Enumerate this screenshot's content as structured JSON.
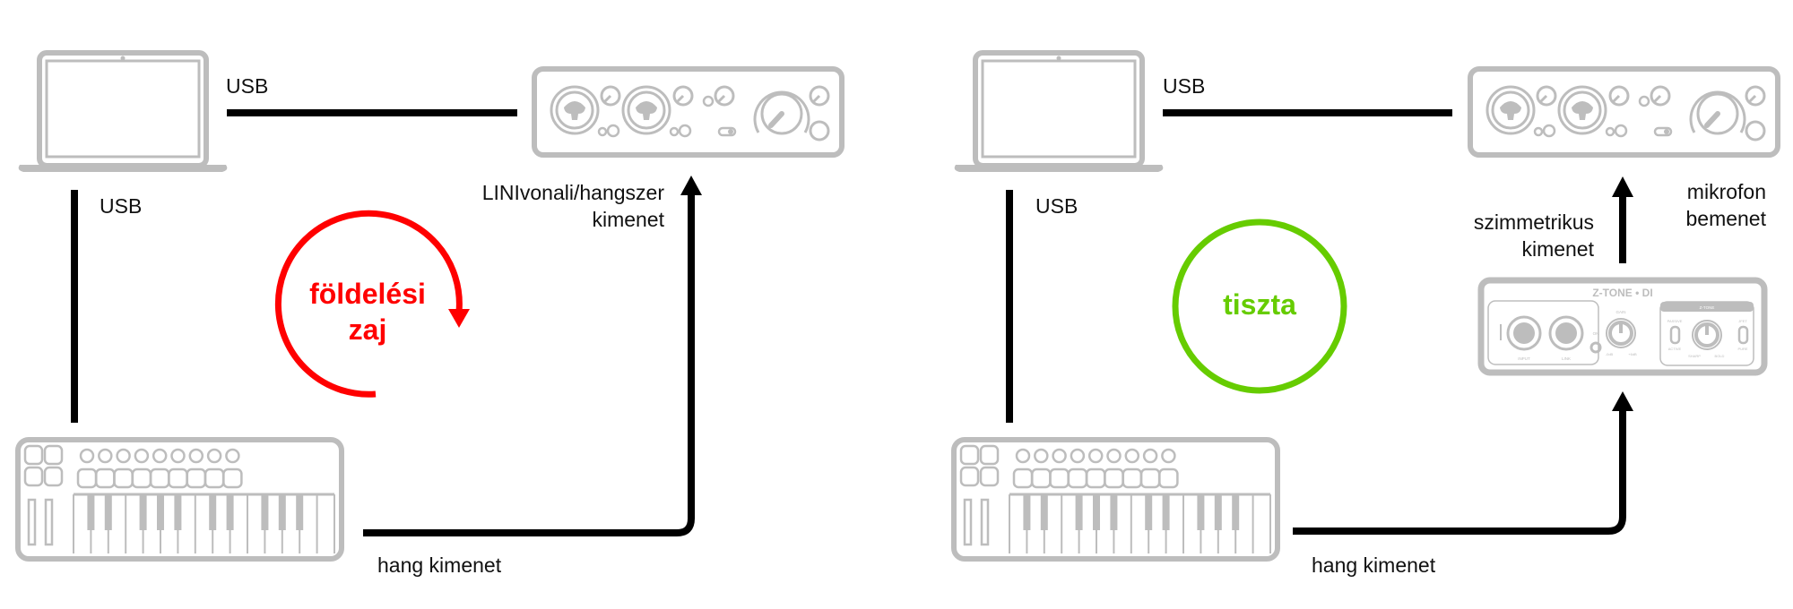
{
  "colors": {
    "device_outline": "#bdbdbd",
    "cable": "#000000",
    "noise": "#ff0000",
    "clean": "#66cc00"
  },
  "left_panel": {
    "usb_top": "USB",
    "usb_side": "USB",
    "interface_input_label_line1": "LINIvonali/hangszer",
    "interface_input_label_line2": "kimenet",
    "noise_label_line1": "földelési",
    "noise_label_line2": "zaj",
    "audio_out_label": "hang kimenet"
  },
  "right_panel": {
    "usb_top": "USB",
    "usb_side": "USB",
    "balanced_out_line1": "szimmetrikus",
    "balanced_out_line2": "kimenet",
    "mic_in_line1": "mikrofon",
    "mic_in_line2": "bemenet",
    "clean_label": "tiszta",
    "audio_out_label": "hang kimenet",
    "di_box": {
      "brand": "Z-TONE • DI",
      "input": "INPUT",
      "link": "LINK",
      "on": "ON",
      "gain": "GAIN",
      "gain_min": "-0dB",
      "gain_max": "+6dB",
      "ztone_header": "Z-TONE",
      "passive": "PASSIVE",
      "active": "ACTIVE",
      "sharp": "SHARP",
      "bold": "BOLD",
      "jfet": "JFET",
      "pure": "PURE"
    }
  }
}
